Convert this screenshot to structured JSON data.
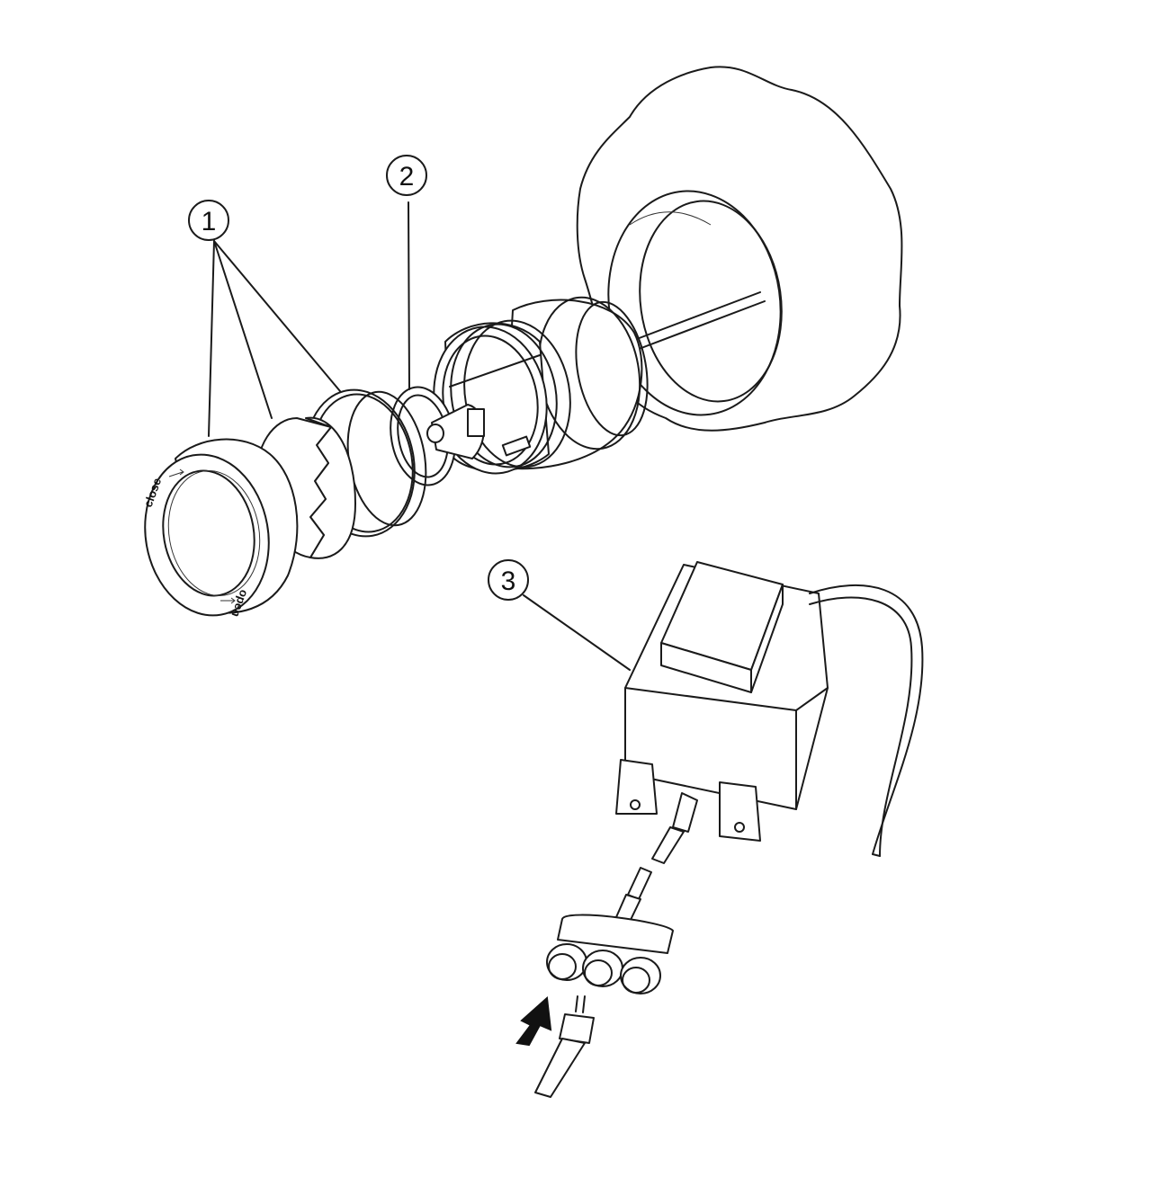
{
  "callouts": [
    {
      "label": "1"
    },
    {
      "label": "2"
    },
    {
      "label": "3"
    }
  ],
  "front_ring": {
    "close_text": "close",
    "open_text": "open"
  },
  "colors": {
    "line": "#1a1a1a",
    "background": "#ffffff"
  }
}
